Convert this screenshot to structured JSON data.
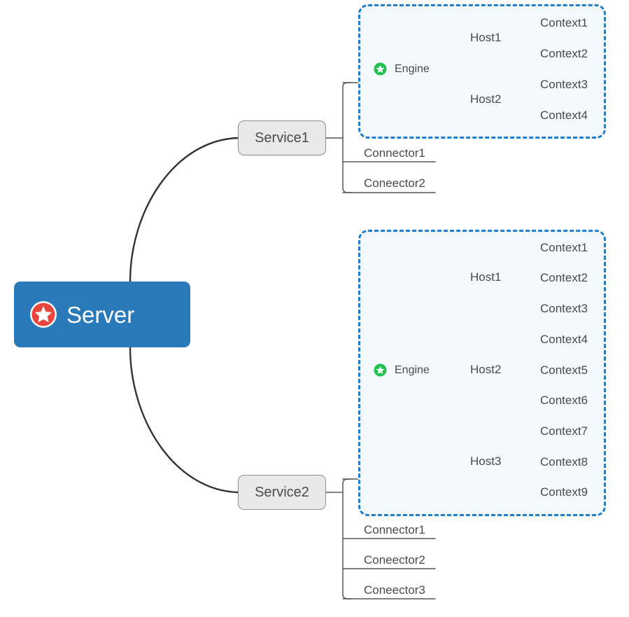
{
  "diagram": {
    "type": "mind-map",
    "title": "Tomcat Server architecture mind map",
    "colors": {
      "root_fill": "#2a7ab9",
      "root_text": "#ffffff",
      "root_icon": "#e8453c",
      "service_fill": "#e9e9e9",
      "service_border": "#8d8d8d",
      "group_border": "#1f7fcc",
      "group_fill": "#f4f9fd",
      "engine_icon": "#22c04e",
      "line": "#4a4a4a",
      "text": "#4a4a4a"
    }
  },
  "root": {
    "label": "Server",
    "icon": "star-badge-icon"
  },
  "services": [
    {
      "label": "Service1",
      "engine": {
        "label": "Engine",
        "icon": "star-badge-icon",
        "hosts": [
          {
            "label": "Host1",
            "contexts": [
              "Context1",
              "Context2"
            ]
          },
          {
            "label": "Host2",
            "contexts": [
              "Context3",
              "Context4"
            ]
          }
        ]
      },
      "connectors": [
        "Connector1",
        "Coneector2"
      ]
    },
    {
      "label": "Service2",
      "engine": {
        "label": "Engine",
        "icon": "star-badge-icon",
        "hosts": [
          {
            "label": "Host1",
            "contexts": [
              "Context1",
              "Context2",
              "Context3"
            ]
          },
          {
            "label": "Host2",
            "contexts": [
              "Context4",
              "Context5",
              "Context6"
            ]
          },
          {
            "label": "Host3",
            "contexts": [
              "Context7",
              "Context8",
              "Context9"
            ]
          }
        ]
      },
      "connectors": [
        "Connector1",
        "Coneector2",
        "Coneector3"
      ]
    }
  ]
}
